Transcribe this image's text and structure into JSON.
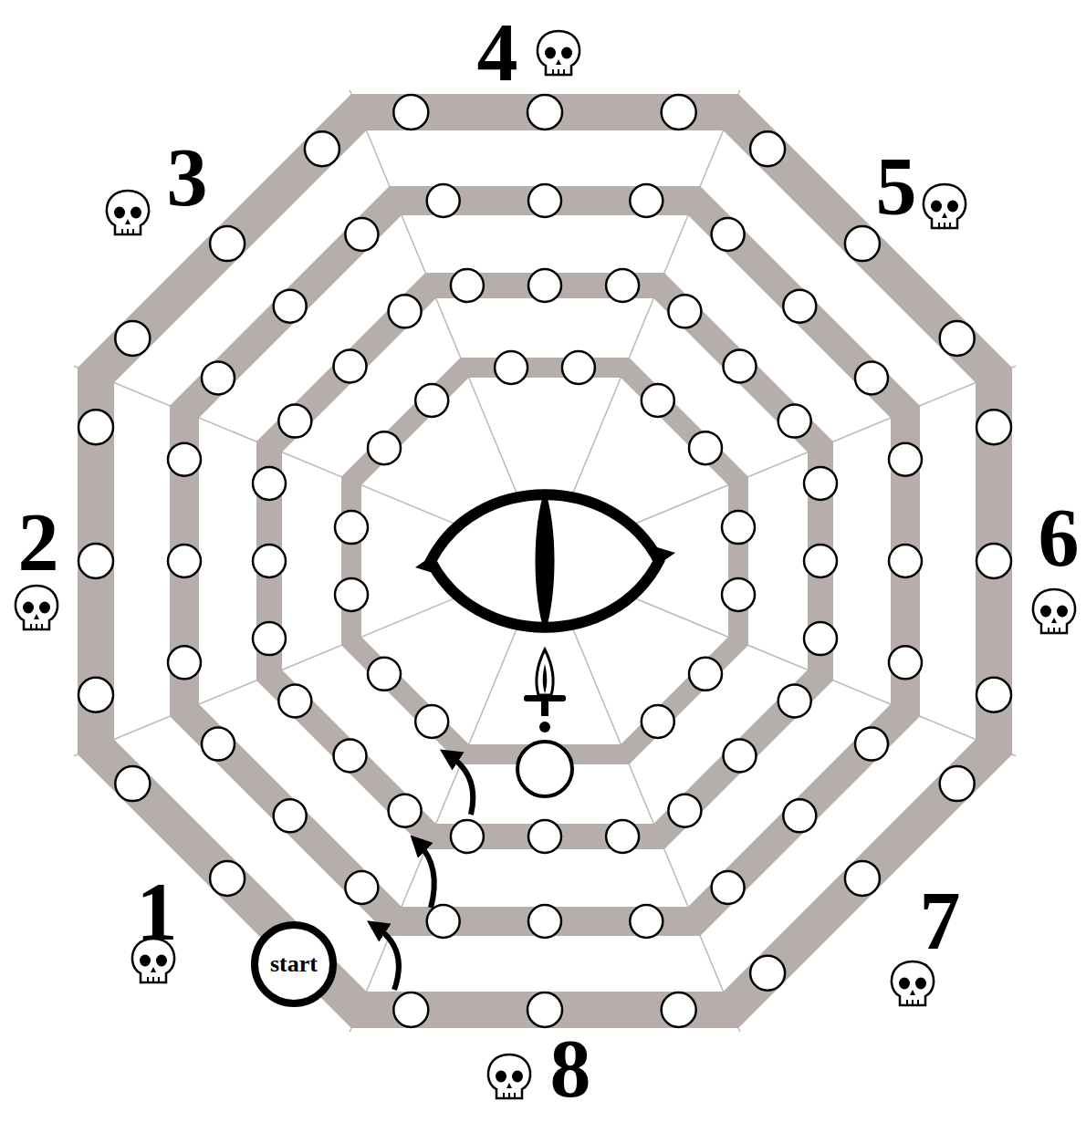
{
  "diagram": {
    "nodes": [
      {
        "text": [
          "start"
        ]
      }
    ],
    "labels": [
      "4",
      "3",
      "5",
      "2",
      "6",
      "1",
      "7",
      "8"
    ]
  }
}
